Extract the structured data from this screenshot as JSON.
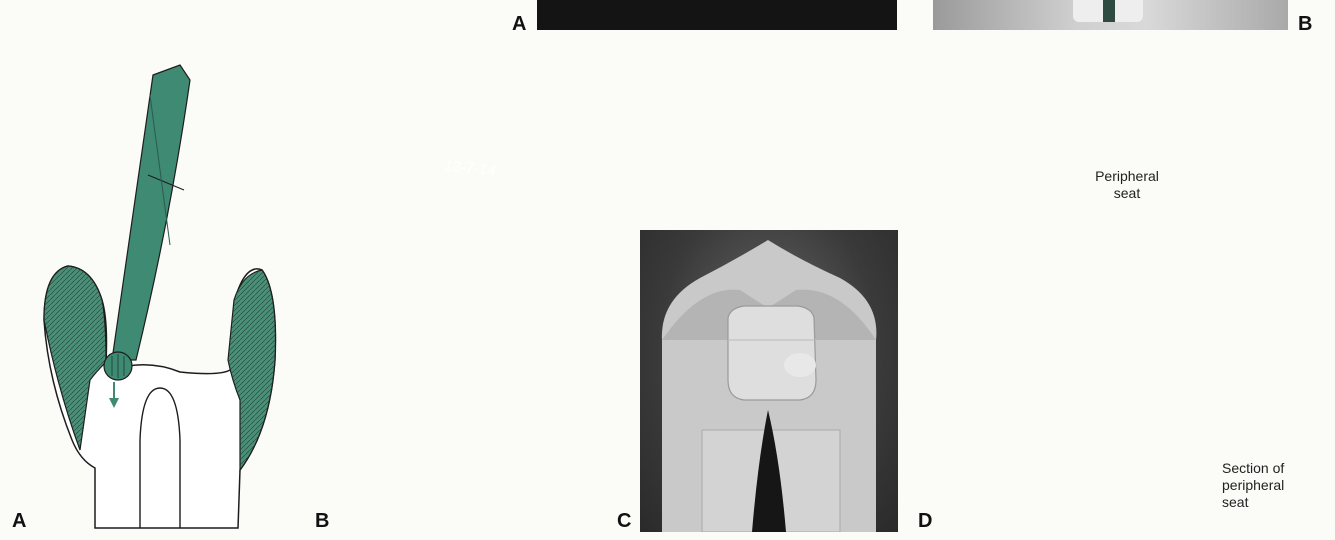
{
  "panel_labels": {
    "top_a": "A",
    "top_b": "B",
    "a": "A",
    "b": "B",
    "c": "C",
    "d": "D"
  },
  "instrument_label": "13-7-14",
  "callouts": {
    "peripheral_seat_line1": "Peripheral",
    "peripheral_seat_line2": "seat",
    "section_line1": "Section of",
    "section_line2": "peripheral",
    "section_line3": "seat"
  },
  "colors": {
    "instrument_green": "#3e8a72",
    "enamel_green": "#4b8f78",
    "outline": "#1d1d1d"
  }
}
